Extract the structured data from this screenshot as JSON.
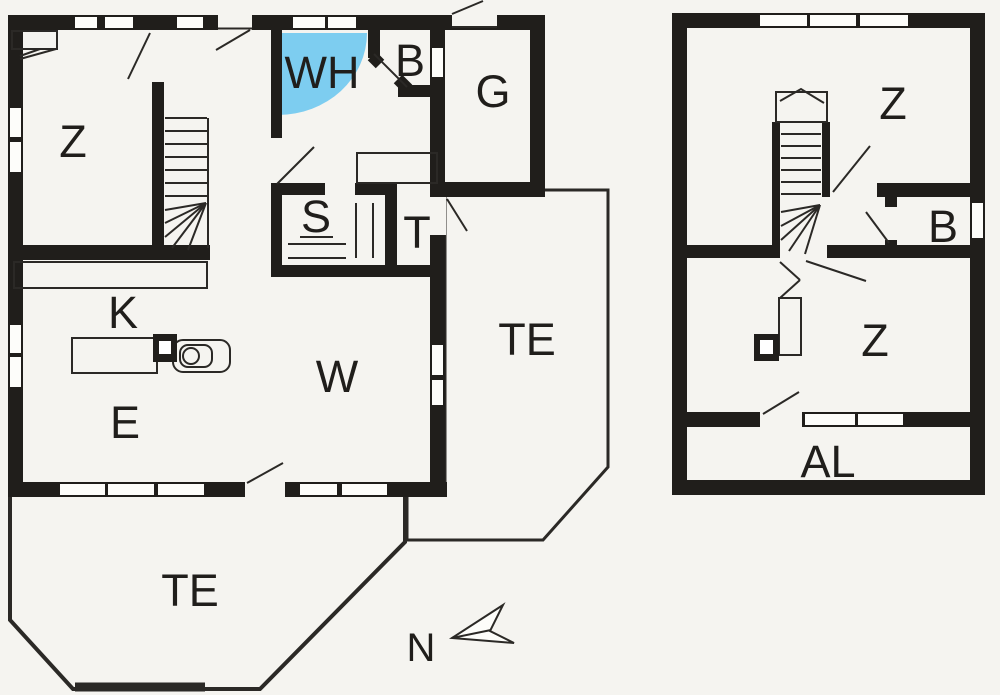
{
  "figure": {
    "type": "floor-plan",
    "floors": 2
  },
  "colors": {
    "background": "#f5f4f0",
    "wall": "#201e1b",
    "line": "#2b2926",
    "highlight": "#7dcdf0",
    "window": "#fdfdfa",
    "white": "#ffffff"
  },
  "ground_floor": {
    "z": "Z",
    "wh": "WH",
    "b": "B",
    "g": "G",
    "s": "S",
    "t": "T",
    "k": "K",
    "e": "E",
    "w": "W",
    "te_side": "TE",
    "te_bottom": "TE"
  },
  "upper_floor": {
    "z_top": "Z",
    "b": "B",
    "z_lower": "Z",
    "al": "AL"
  },
  "compass": {
    "north": "N"
  }
}
